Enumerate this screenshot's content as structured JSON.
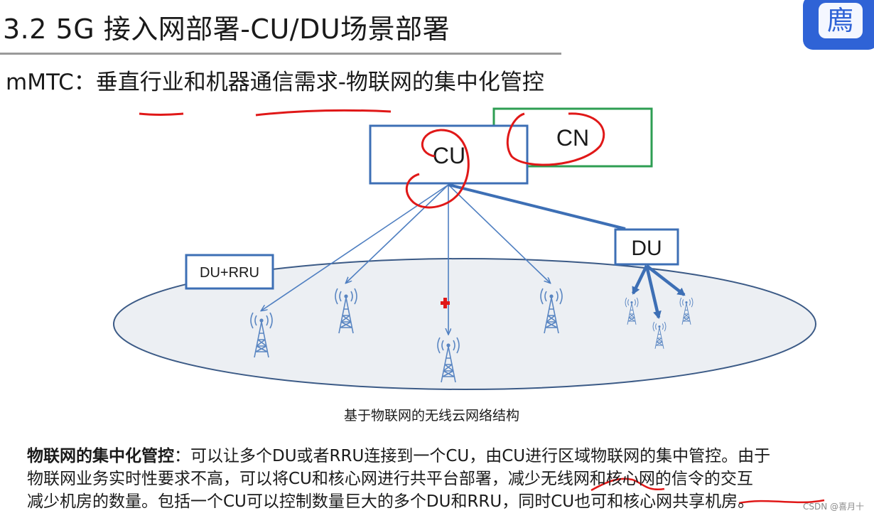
{
  "header": {
    "title": "3.2 5G 接入网部署-CU/DU场景部署",
    "subtitle": "mMTC：垂直行业和机器通信需求-物联网的集中化管控"
  },
  "logo": {
    "glyph": "廌",
    "icon": "app-logo-icon"
  },
  "diagram": {
    "cu_label": "CU",
    "cn_label": "CN",
    "du_label": "DU",
    "du_rru_label": "DU+RRU",
    "caption": "基于物联网的无线云网络结构",
    "colors": {
      "cu_box": "#3d6fb5",
      "cn_box": "#2e9e53",
      "du_box": "#3d6fb5",
      "link": "#4f7fc1",
      "ellipse_fill": "#eceff3",
      "ellipse_stroke": "#3b5a86",
      "annotation": "#e01818",
      "tower": "#5a86c2"
    }
  },
  "paragraph": {
    "lead": "物联网的集中化管控",
    "line1_rest": "：可以让多个DU或者RRU连接到一个CU，由CU进行区域物联网的集中管控。由于",
    "line2": "物联网业务实时性要求不高，可以将CU和核心网进行共平台部署，减少无线网和核心网的信令的交互",
    "line3": "减少机房的数量。包括一个CU可以控制数量巨大的多个DU和RRU，同时CU也可和核心网共享机房。"
  },
  "watermark": "CSDN @喜月十"
}
